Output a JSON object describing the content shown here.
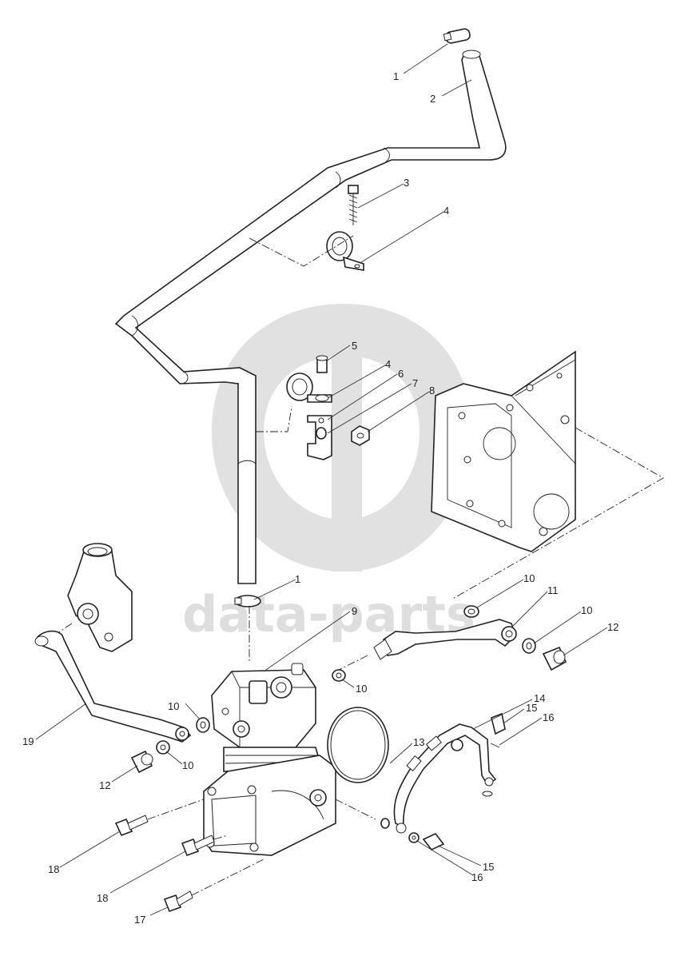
{
  "watermark": {
    "text": "data-parts",
    "color": "#d6d6d6"
  },
  "callouts": {
    "c1a": "1",
    "c2": "2",
    "c3": "3",
    "c4a": "4",
    "c5": "5",
    "c4b": "4",
    "c6": "6",
    "c7": "7",
    "c8": "8",
    "c1b": "1",
    "c9": "9",
    "c10a": "10",
    "c11": "11",
    "c10b": "10",
    "c12a": "12",
    "c10c": "10",
    "c10d": "10",
    "c10e": "10",
    "c19": "19",
    "c12b": "12",
    "c13": "13",
    "c14": "14",
    "c15a": "15",
    "c16a": "16",
    "c18a": "18",
    "c18b": "18",
    "c17": "17",
    "c15b": "15",
    "c16b": "16"
  }
}
